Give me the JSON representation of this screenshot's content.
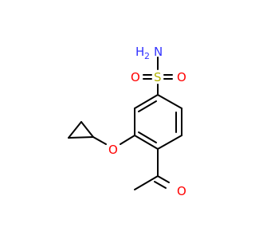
{
  "molecule": {
    "labels": {
      "amine_h": "H",
      "amine_n": "N",
      "amine_sub": "2",
      "sulfur": "S",
      "sulfonyl_o_left": "O",
      "sulfonyl_o_right": "O",
      "ether_o": "O",
      "aldehyde_o": "O"
    },
    "colors": {
      "bond": "#000000",
      "nitrogen": "#3333ff",
      "sulfur": "#b2b200",
      "oxygen": "#ff0000"
    }
  }
}
